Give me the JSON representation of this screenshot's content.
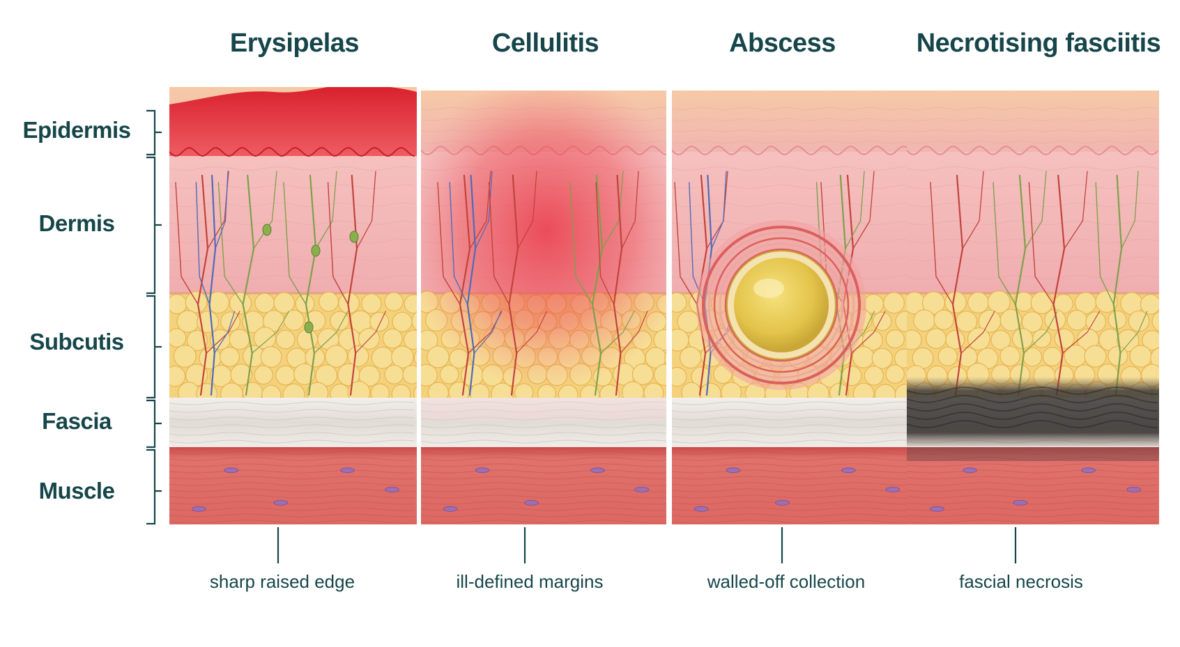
{
  "columns": [
    {
      "title": "Erysipelas",
      "caption": "sharp raised edge"
    },
    {
      "title": "Cellulitis",
      "caption": "ill-defined margins"
    },
    {
      "title": "Abscess",
      "caption": "walled-off collection"
    },
    {
      "title": "Necrotising fasciitis",
      "caption": "fascial necrosis"
    }
  ],
  "layers": [
    {
      "label": "Epidermis"
    },
    {
      "label": "Dermis"
    },
    {
      "label": "Subcutis"
    },
    {
      "label": "Fascia"
    },
    {
      "label": "Muscle"
    }
  ],
  "colors": {
    "text": "#16464a",
    "epidermis": "#f2b8b0",
    "dermis": "#f3b6b6",
    "subcutis": "#f4d27c",
    "fat_lobule": "#f7de95",
    "fascia": "#e9e4df",
    "muscle": "#d9625f",
    "inflammation": "#e8283a",
    "pus": "#e3c34a",
    "necrosis": "#3e3a38",
    "artery": "#c2423c",
    "vein": "#4f6bb8",
    "lymphatic": "#7ea04a"
  }
}
